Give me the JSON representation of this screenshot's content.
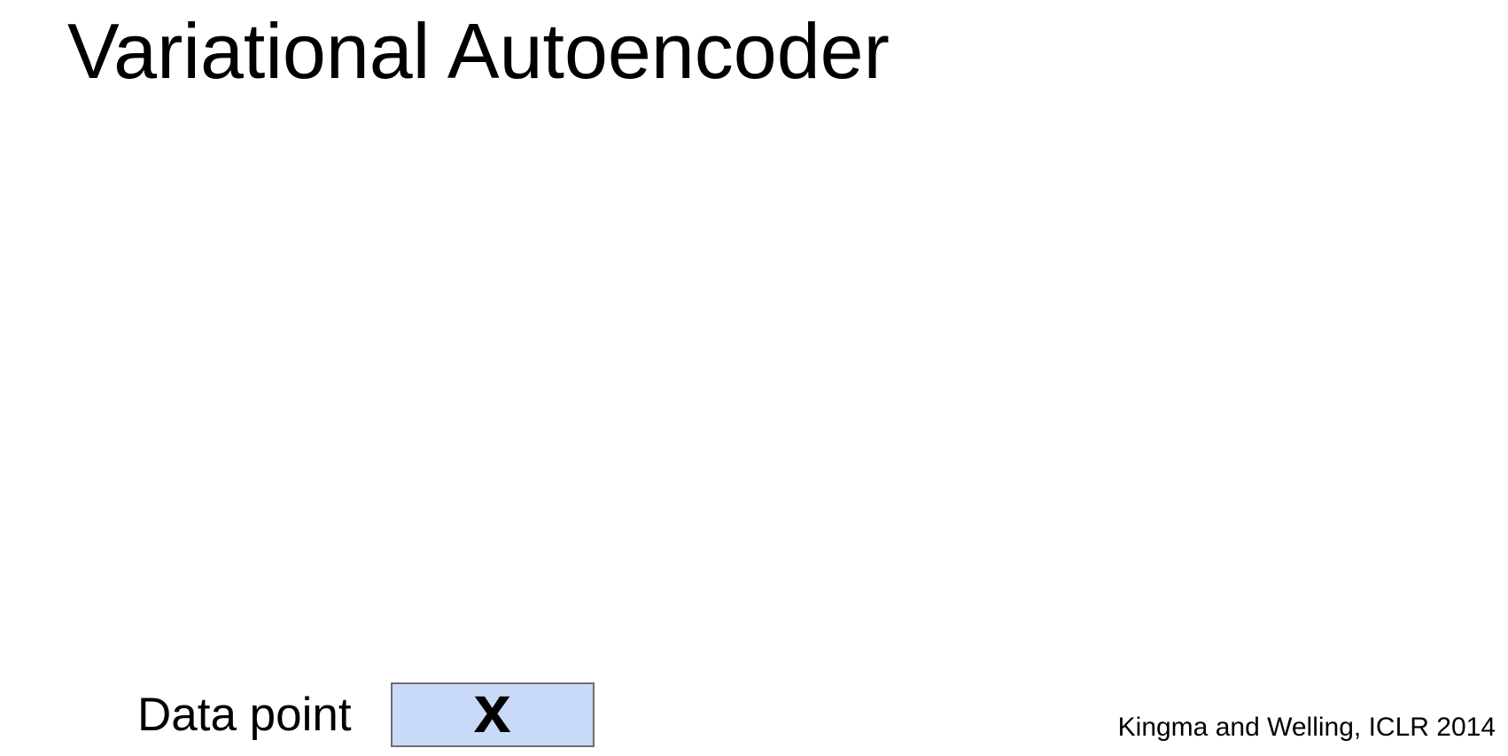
{
  "slide": {
    "title": "Variational Autoencoder",
    "data_point": {
      "label": "Data point",
      "symbol": "x"
    },
    "citation": "Kingma and Welling, ICLR 2014"
  },
  "colors": {
    "box-fill": "#c9daf8",
    "box-border": "#6e6e6e",
    "text": "#000000",
    "bg": "#ffffff"
  }
}
